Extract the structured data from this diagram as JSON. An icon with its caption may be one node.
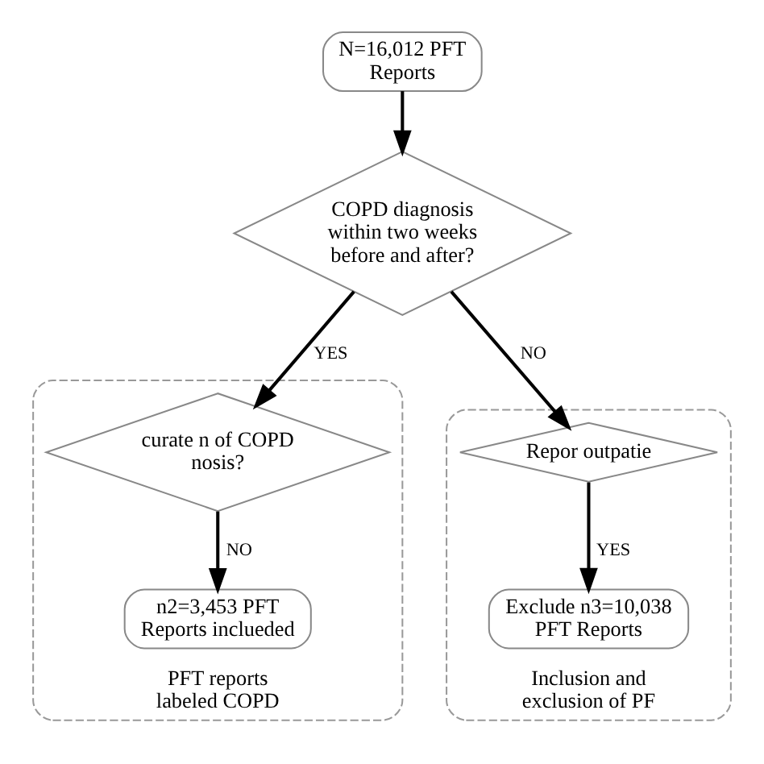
{
  "diagram": {
    "nodes": [
      {
        "text": [
          "N=16,012 PFT Reports"
        ]
      },
      {
        "text": [
          "COPD diagnosis within two weeks before and after?"
        ]
      },
      {
        "text": [
          "PFT reports labeled COPD"
        ]
      },
      {
        "text": [
          "curate n of COPD nosis?"
        ],
        "in": 2
      },
      {
        "text": [
          "n2=3,453 PFT Reports inclueded"
        ],
        "in": 2
      },
      {
        "text": [
          "Inclusion and exclusion of PF"
        ]
      },
      {
        "text": [
          "Repor outpatie"
        ],
        "in": 5
      },
      {
        "text": [
          "Exclude n3=10,038 PFT Reports"
        ],
        "in": 5
      }
    ],
    "edges": [
      {
        "from": 0,
        "to": 1,
        "arrow": "to"
      },
      {
        "from": 1,
        "to": 3,
        "arrow": "to",
        "label": "YES"
      },
      {
        "from": 1,
        "to": 6,
        "arrow": "to",
        "label": "NO"
      },
      {
        "from": 3,
        "to": 4,
        "arrow": "to",
        "label": "NO"
      },
      {
        "from": 6,
        "to": 7,
        "arrow": "to",
        "label": "YES"
      }
    ]
  }
}
